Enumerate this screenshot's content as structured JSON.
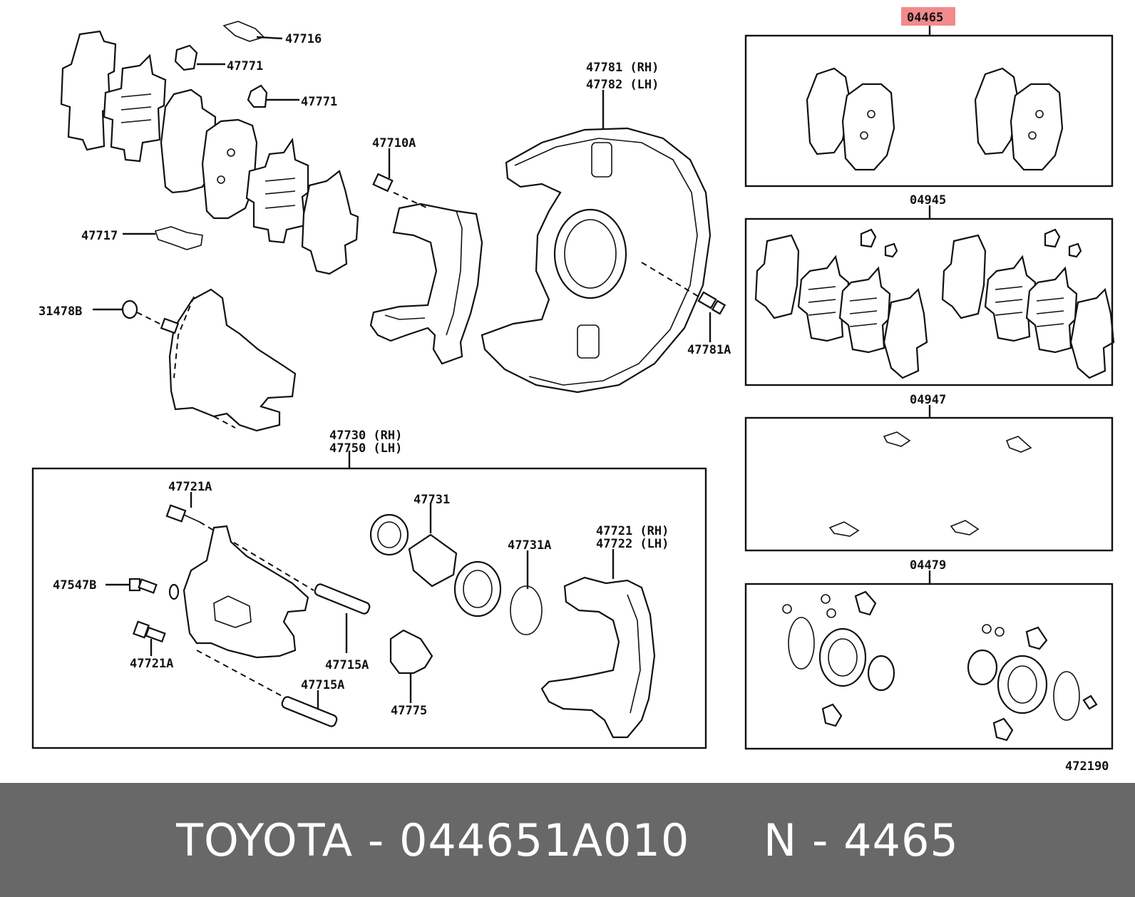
{
  "diagram": {
    "highlight_color": "#f28b8b",
    "labels": {
      "l47716": "47716",
      "l47771a": "47771",
      "l47771b": "47771",
      "l47781": "47781 (RH)",
      "l47782": "47782 (LH)",
      "l47710A": "47710A",
      "l47717": "47717",
      "l31478B": "31478B",
      "l47781A": "47781A",
      "l47730": "47730 (RH)",
      "l47750": "47750 (LH)",
      "l47721A_top": "47721A",
      "l47731": "47731",
      "l47721": "47721 (RH)",
      "l47722": "47722 (LH)",
      "l47731A": "47731A",
      "l47547B": "47547B",
      "l47721A_bot": "47721A",
      "l47715A_r": "47715A",
      "l47715A_b": "47715A",
      "l47775": "47775",
      "k04465": "04465",
      "k04945": "04945",
      "k04947": "04947",
      "k04479": "04479",
      "fig_no": "472190"
    }
  },
  "footer": {
    "text": "TOYOTA - 044651A010     N - 4465"
  }
}
